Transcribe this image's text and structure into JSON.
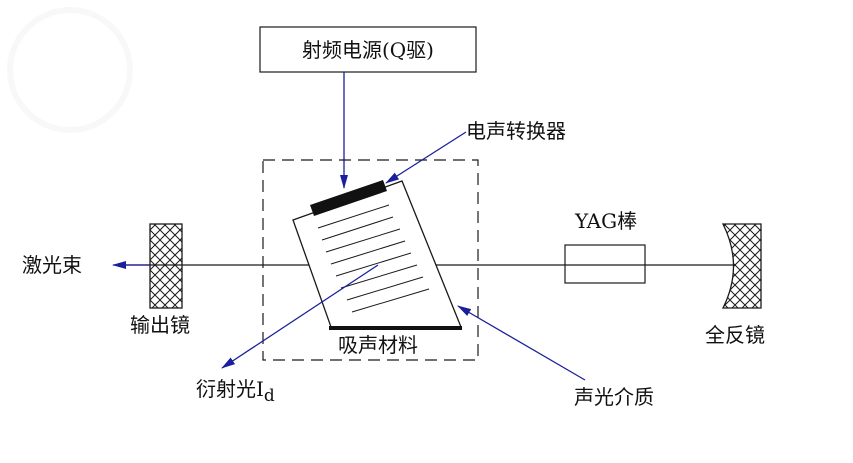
{
  "labels": {
    "rf_source": "射频电源(Q驱)",
    "transducer": "电声转换器",
    "laser_beam": "激光束",
    "output_mirror": "输出镜",
    "yag_rod": "YAG棒",
    "total_reflector": "全反镜",
    "absorber": "吸声材料",
    "diffracted_light_main": "衍射光I",
    "diffracted_light_sub": "d",
    "ao_medium": "声光介质"
  },
  "colors": {
    "line": "#1a1a1a",
    "arrow": "#1b1f9c",
    "crosshatch": "#1a1a1a"
  }
}
